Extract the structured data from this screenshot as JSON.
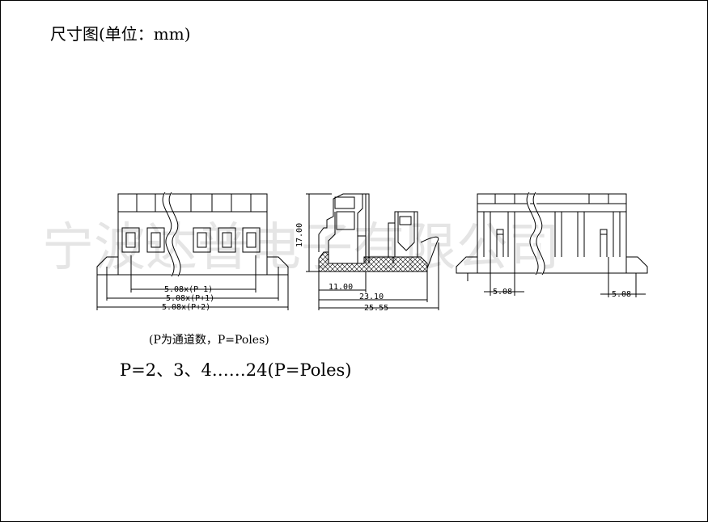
{
  "title": "尺寸图(单位：mm)",
  "watermark": "宁波达普电子有限公司",
  "note": "(P为通道数，P=Poles)",
  "poles_line": "P=2、3、4……24(P=Poles)",
  "front_view": {
    "dim_1": "5.08x(P-1)",
    "dim_2": "5.08x(P+1)",
    "dim_3": "5.08x(P+2)"
  },
  "side_view": {
    "height": "17.00",
    "dim_1": "11.00",
    "dim_2": "23.10",
    "dim_3": "25.55"
  },
  "back_view": {
    "pitch_left": "5.08",
    "pitch_right": "5.08"
  }
}
